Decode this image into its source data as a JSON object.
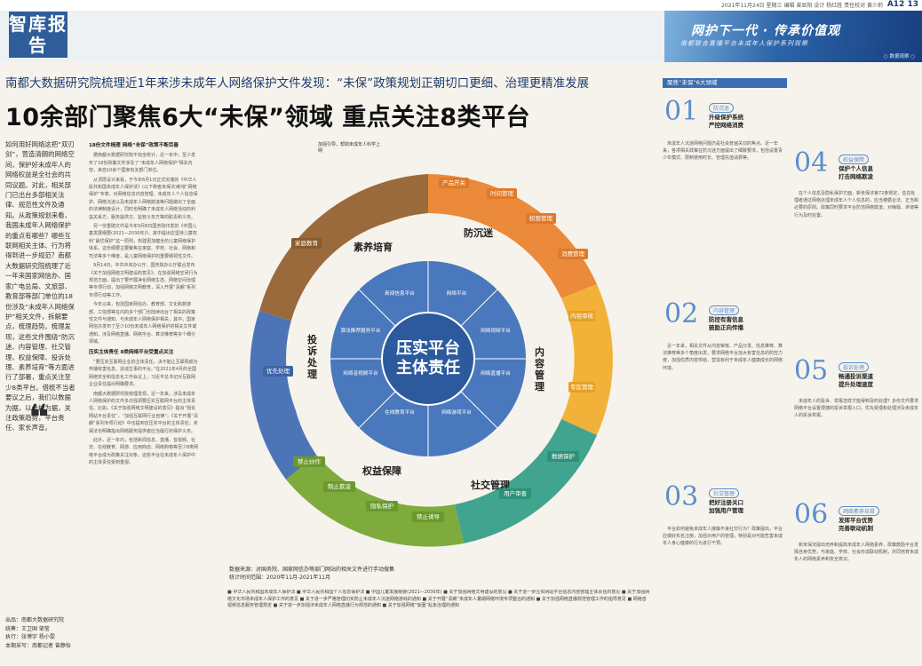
{
  "header": {
    "meta": "2021年11月24日 星期三 编辑 曾显阳 设计 杨红胜 责任校对 黄少莉",
    "page": "A12 13",
    "logo": "智库报告",
    "banner_title": "网护下一代 · 传承价值观",
    "banner_sub": "南都联合直播平台未成年人保护系列观察",
    "editor": "○ 数据观察 ○"
  },
  "article": {
    "kicker": "南都大数据研究院梳理近1年来涉未成年人网络保护文件发现：“未保”政策规划正朝切口更细、治理更精准发展",
    "headline": "10余部门聚焦6大“未保”领域  重点关注8类平台",
    "lead": "如何用好网络这把“双刃剑”，营造清朗的网络空间，保护好未成年人的网络权益是全社会的共同议题。对此，相关部门已出台多部相关法律、规范性文件及通知。从政策规划来看，我国未成年人网络保护的重点有哪些？哪些互联网相关主体、行为将得到进一步规范？南都大数据研究院梳理了近一年来国家网信办、国家广电总局、文旅部、教育部等部门单位的18份涉及“未成年人网络保护”相关文件，拆解要点，梳理趋势。梳理发现，这些文件围绕“防沉迷、内容管理、社交管理、权益保障、投诉处理、素养培育”等方面进行了部署，重点关注至少8类平台。借梳不当者要议之后，我们以数据为据，以分析为据，关注政策趋势，平台责任、家长声音。",
    "quote": "❝",
    "credits": "出品：南都大数据研究院\n统筹：王卫国 邹莹\n执行：张博宇 杨小雯\n本期采写：南都记者 曾静怡"
  },
  "col2": {
    "sub1": "18份文件梳理 网络“未保”政策不断完善",
    "p1": "据南都大数据研究院不完全统计，近一年中，至少发布了18份政策文件涉及了“未成年人网络保护”相关内容，来自10余个国家有关部门单位。",
    "p2": "从顶层设计来看，于今年6月1日正式实施的《中华人民共和国未成年人保护法》(以下称者未保法)新增“网络保护”专章，对网络信息内容管理、未成年人个人信息保护、网络沉迷以及未成年人网络欺凌等问题做出了全面的法律制度设计，同时也明确了未成年人网络活动的利益关系方，服务提供方、监管义务方等的职责和义务。",
    "p3": "另一份重磅文件是今年9月8日国务院印发的《中国儿童发展纲要(2021—2030年)》，其中提出应坚持儿童权利“最优保护”这一原则，构建更加健全的儿童网络保护体系。这份纲要主要聚焦在家庭、学校、社会、网络和司法等多个维度，是儿童网络保护的重要纲领性文件。",
    "p4": "9月14日，中共中央办公厅、国务院办公厅联合发布《关于加强网络文明建设的意见》，在加强网络空间行为规范方面，提出了要开展净化网络生态、网络空间治理等专项行动，加强网络文明教育，深入开展“清朗”系列专项行动等工作。",
    "p5": "今年以来，包括国家网信办、教育部、文化和旅游部、工信部等在内的多个部门也陆续出台了相关的政策性文件与通知，与未成年人网络保护相关，其中，国家网信办发布了至少10份未成年人网络保护的相关文件或通知，涉及网络直播、网络平台、算法推荐等多个细分领域。",
    "sub2": "压实主体责任 8类网络平台受重点关注",
    "p6": "“要压实互联网企业的主体责任，决不能让互联网成为传播有害信息、造谣生事的平台。”在2021年4月的全国网络安全和信息化工作会议上，习近平总书记对互联网企业责任提出明确要求。",
    "p7": "南都大数据研究院梳理发现，近一年来，涉及未成年人网络保护的文件多次强调要压实互联网平台的主体责任。比如，《关于加强网络文明建设的意见》提出“强化网站平台责任”，“加强互联网行业自律”；《关于开展“清朗”系列专项行动》中也提到应压实平台的主体责任；未保法也明确指出网络服务提供者应当履行的保护义务。",
    "p8": "此外，近一年内，包括新闻信息、直播、音视频、社交、在线教育、网游、应用商店、网络购物等至少8类网络平台成为政策关注对象，这些平台在未成年人保护中的主体责任受到重视。"
  },
  "infographic": {
    "center": "压实平台\n主体责任",
    "ring": [
      "网络平台",
      "网络视频平台",
      "网络直播平台",
      "网络游戏平台",
      "在线教育平台",
      "网络音视频平台",
      "算法推荐服务平台",
      "新闻信息平台"
    ],
    "sectors": [
      "防沉迷",
      "内容管理",
      "社交管理",
      "权益保障",
      "投诉处理",
      "素养培育"
    ],
    "boxes": {
      "防沉迷": [
        "产品开关",
        "时间管理",
        "权限管理",
        "消费管理"
      ],
      "内容管理": [
        "内容审核",
        "专区管理"
      ],
      "社交管理": [
        "用户审查",
        "数据保护"
      ],
      "权益保障": [
        "禁止诱导",
        "隐私保护",
        "制止欺凌",
        "禁止炒作"
      ],
      "投诉处理": [
        "优先处理"
      ],
      "素养培育": [
        "家庭教育"
      ]
    },
    "note": "数据来源：对国务院、国家网信办等部门网站的相关文件进行手动搜集\n统计时间范围：2020年11月-2021年11月"
  },
  "notes_bar": "■ 中华人民共和国未成年人保护法 ■ 中华人民共和国个人信息保护法 ■ 中国儿童发展纲要(2021—2030年) ■ 关于加强网络文明建设的意见 ■ 关于进一步压实网站平台信息内容管理主体责任的意见 ■ 关于加强网络文化市场未成年人保护工作的意见 ■ 关于进一步严格管理切实防止未成年人沉迷网络游戏的通知 ■ 关于开展“清朗”未成年人暑期网络环境专项整治的通知 ■ 关于加强网络直播规范管理工作的指导意见 ■ 网络音视频信息服务管理规定 ■ 关于进一步加强涉未成年人网络直播行为规范的通知 ■ 关于加强网络“饭圈”乱象治理的通知",
  "rightcol": {
    "tag": "聚焦“未保”6大领域",
    "sections": [
      {
        "num": "01",
        "pill": "防沉迷",
        "title": "升级保护系统\n严控网络消费"
      },
      {
        "num": "02",
        "pill": "内容管理",
        "title": "防控有害信息\n鼓励正向传播"
      },
      {
        "num": "03",
        "pill": "社交管理",
        "title": "把好注册关口\n加强用户管理"
      },
      {
        "num": "04",
        "pill": "权益保障",
        "title": "保护个人信息\n打击网络欺凌"
      },
      {
        "num": "05",
        "pill": "投诉处理",
        "title": "畅通投诉渠道\n提升处理速度"
      },
      {
        "num": "06",
        "pill": "网络素养培育",
        "title": "发挥平台优势\n完善联动机制"
      }
    ],
    "t1": "未成年人沉迷网络问题仍是社会普遍关切的焦点。近一年来，各项相关政策在防沉迷方面提出了细致要求，包括设置青少年模式、限制使用时长、管理充值消费等。",
    "t2": "近一年来，相关文件从内容审核、产品分发、信息推荐、算法推荐等多个角度出发，要求网络平台加大有害信息的防控力度，加强优质内容供给，营造有利于未成年人健康成长的网络环境。",
    "t3": "平台如何避免未成年人接触不良社交行为？政策提出，平台应做好实名注册，加强对用户的管理，特别是对可能危害未成年人身心健康的行为进行干预。",
    "t4": "在个人信息及隐私保护方面，新未保法第72条规定，信息处理者通过网络处理未成年人个人信息的，应当遵循合法、正当和必要的原则。政策同时要求平台防范网络欺凌，对侮辱、诽谤等行为及时处置。",
    "t5": "未成年人的投诉、举报怎样才能得到及时处理？多份文件要求网络平台设置便捷的投诉举报入口，优先受理和处理涉及未成年人的投诉举报。",
    "t6": "新未保法提出培养和提高未成年人网络素养，政策鼓励平台发挥自身优势，与家庭、学校、社会形成联动机制，共同培育未成年人的网络素养和安全意识。"
  },
  "colors": {
    "accent": "#2e5d9a",
    "orange": "#ea8a3a",
    "red": "#d9534f",
    "teal": "#41a48f",
    "blue": "#4e74b8",
    "brown": "#9a6a3c",
    "green": "#7eab3c"
  }
}
